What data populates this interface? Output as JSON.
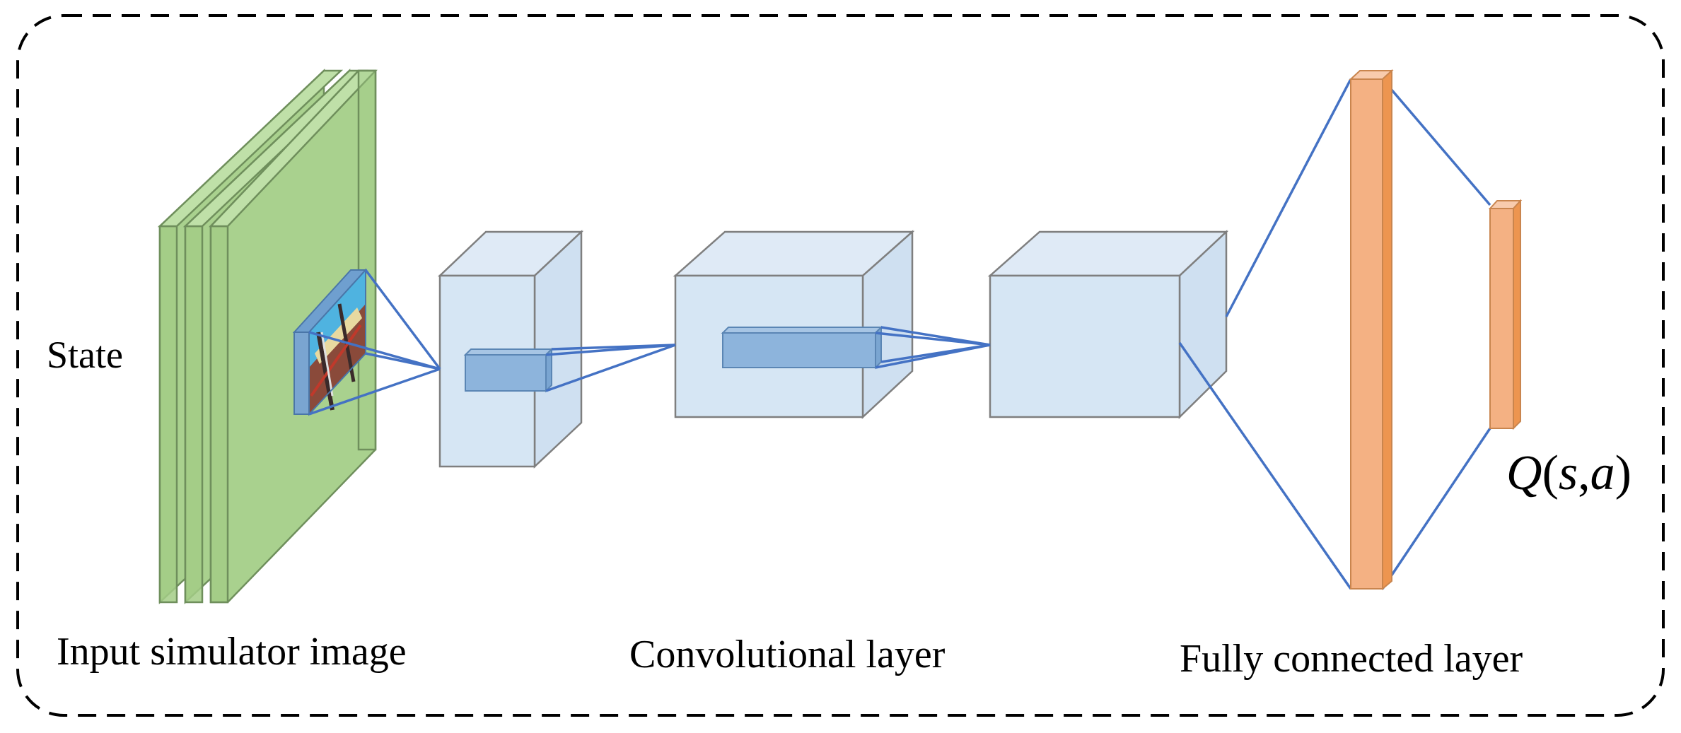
{
  "labels": {
    "state": "State",
    "input": "Input simulator image",
    "conv": "Convolutional layer",
    "fc": "Fully connected layer",
    "q_Q": "Q",
    "q_open": "(",
    "q_s": "s",
    "q_comma": ",",
    "q_a": "a",
    "q_close": ")"
  },
  "colors": {
    "input_planes": "#a9d18e",
    "conv_boxes": "#d6e6f4",
    "kernels": "#8db4dc",
    "connections": "#4472c4",
    "fc_layers": "#f4b183",
    "frame": "#000000"
  }
}
